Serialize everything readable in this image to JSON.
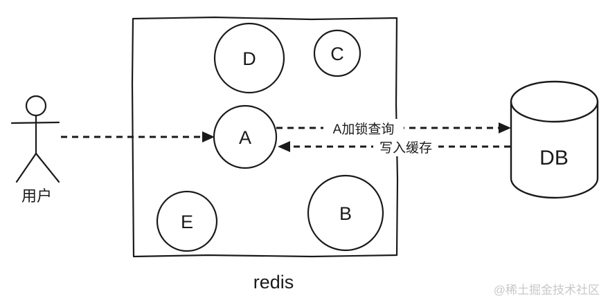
{
  "actor": {
    "label": "用户"
  },
  "box": {
    "label": "redis",
    "nodes": [
      {
        "id": "D",
        "label": "D"
      },
      {
        "id": "C",
        "label": "C"
      },
      {
        "id": "A",
        "label": "A"
      },
      {
        "id": "E",
        "label": "E"
      },
      {
        "id": "B",
        "label": "B"
      }
    ]
  },
  "database": {
    "label": "DB"
  },
  "arrows": [
    {
      "from": "用户",
      "to": "A",
      "label": ""
    },
    {
      "from": "A",
      "to": "DB",
      "label": "A加锁查询"
    },
    {
      "from": "DB",
      "to": "A",
      "label": "写入缓存"
    }
  ],
  "watermark": {
    "text": "@稀土掘金技术社区"
  },
  "colors": {
    "stroke": "#1a1a1a",
    "background": "#ffffff",
    "watermark": "#c8c8c8"
  }
}
